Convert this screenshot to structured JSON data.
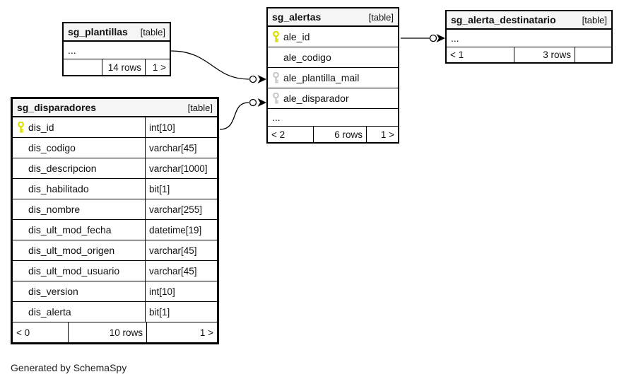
{
  "note": "Generated by SchemaSpy",
  "colors": {
    "primary_key_icon": "#dddd00",
    "foreign_key_icon": "#c9c9c9",
    "table_header_bg": "#f5f5f5",
    "border": "#000000"
  },
  "tables": {
    "plantillas": {
      "name": "sg_plantillas",
      "tag": "[table]",
      "ellipsis": "...",
      "footer": {
        "left": "",
        "middle": "14 rows",
        "right": "1 >"
      }
    },
    "alertas": {
      "name": "sg_alertas",
      "tag": "[table]",
      "columns": [
        {
          "name": "ale_id",
          "key": "primary"
        },
        {
          "name": "ale_codigo",
          "key": "none"
        },
        {
          "name": "ale_plantilla_mail",
          "key": "foreign"
        },
        {
          "name": "ale_disparador",
          "key": "foreign"
        }
      ],
      "ellipsis": "...",
      "footer": {
        "left": "< 2",
        "middle": "6 rows",
        "right": "1 >"
      }
    },
    "alerta_destinatario": {
      "name": "sg_alerta_destinatario",
      "tag": "[table]",
      "ellipsis": "...",
      "footer": {
        "left": "< 1",
        "middle": "3 rows",
        "right": ""
      }
    },
    "disparadores": {
      "name": "sg_disparadores",
      "tag": "[table]",
      "columns": [
        {
          "name": "dis_id",
          "type": "int[10]",
          "key": "primary"
        },
        {
          "name": "dis_codigo",
          "type": "varchar[45]",
          "key": "none"
        },
        {
          "name": "dis_descripcion",
          "type": "varchar[1000]",
          "key": "none"
        },
        {
          "name": "dis_habilitado",
          "type": "bit[1]",
          "key": "none"
        },
        {
          "name": "dis_nombre",
          "type": "varchar[255]",
          "key": "none"
        },
        {
          "name": "dis_ult_mod_fecha",
          "type": "datetime[19]",
          "key": "none"
        },
        {
          "name": "dis_ult_mod_origen",
          "type": "varchar[45]",
          "key": "none"
        },
        {
          "name": "dis_ult_mod_usuario",
          "type": "varchar[45]",
          "key": "none"
        },
        {
          "name": "dis_version",
          "type": "int[10]",
          "key": "none"
        },
        {
          "name": "dis_alerta",
          "type": "bit[1]",
          "key": "none"
        }
      ],
      "footer": {
        "left": "< 0",
        "middle": "10 rows",
        "right": "1 >"
      }
    }
  }
}
